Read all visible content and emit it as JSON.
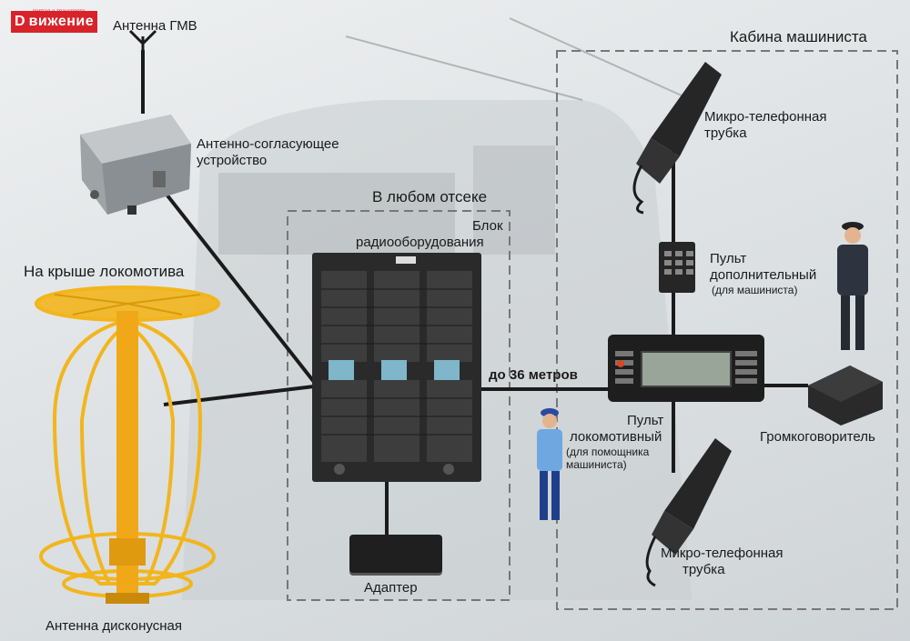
{
  "logo": {
    "mark": "D",
    "word": "вижение",
    "tagline": "портал о транспорте"
  },
  "labels": {
    "antenna_gmv": "Антенна ГМВ",
    "cabin": "Кабина машиниста",
    "matching_device_1": "Антенно-согласующее",
    "matching_device_2": "устройство",
    "any_compartment": "В любом отсеке",
    "radio_block_1": "Блок",
    "radio_block_2": "радиооборудования",
    "roof": "На крыше локомотива",
    "handset_top_1": "Микро-телефонная",
    "handset_top_2": "трубка",
    "extra_console_1": "Пульт",
    "extra_console_2": "дополнительный",
    "extra_console_3": "(для машиниста)",
    "distance": "до 36 метров",
    "loco_console_1": "Пульт",
    "loco_console_2": "локомотивный",
    "loco_console_3": "(для помощника",
    "loco_console_4": "машиниста)",
    "speaker": "Громкоговоритель",
    "handset_bottom_1": "Микро-телефонная",
    "handset_bottom_2": "трубка",
    "adapter": "Адаптер",
    "disc_antenna": "Антенна дисконусная"
  },
  "colors": {
    "antenna": "#f2b51c",
    "wire": "#1b1b1b",
    "device_dark": "#232323",
    "frame": "#777777"
  }
}
